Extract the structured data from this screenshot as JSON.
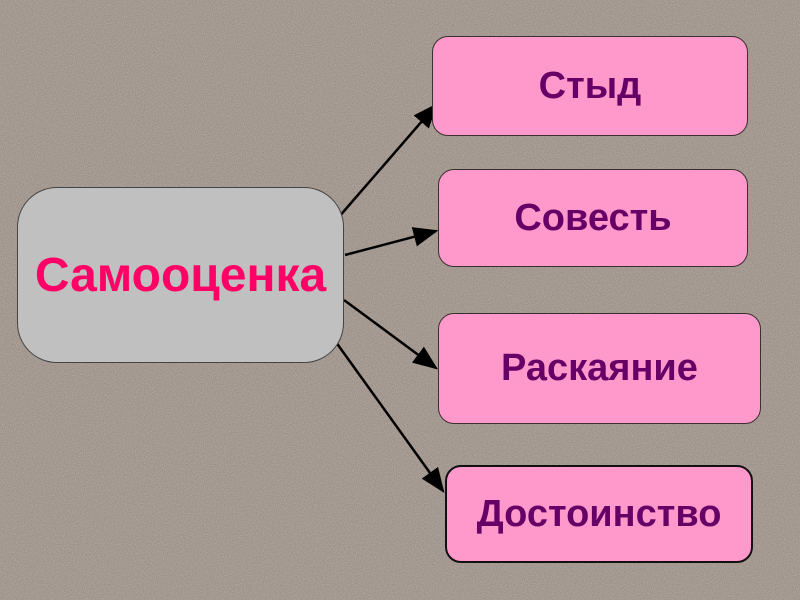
{
  "diagram": {
    "center": {
      "label": "Самооценка"
    },
    "nodes": [
      {
        "label": "Стыд"
      },
      {
        "label": "Совесть"
      },
      {
        "label": "Раскаяние"
      },
      {
        "label": "Достоинство"
      }
    ]
  },
  "colors": {
    "background": "#9b8f86",
    "center_fill": "#c0c0c0",
    "center_text": "#ff0066",
    "node_fill": "#ff99cc",
    "node_text": "#660066"
  }
}
